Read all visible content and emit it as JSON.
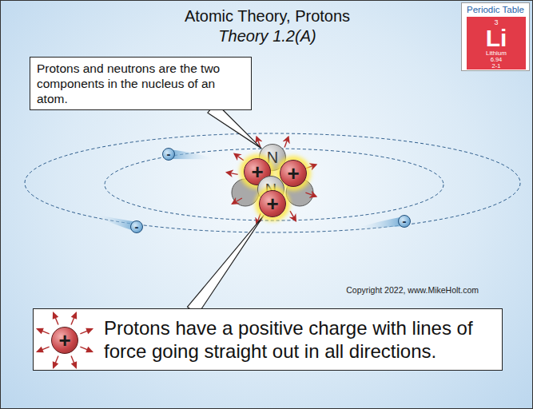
{
  "diagram": {
    "title": "Atomic Theory, Protons",
    "nodes": [
      {
        "text": [
          "Periodic Table"
        ]
      },
      {
        "text": [
          "3",
          "Li",
          "Lithium",
          "6.94",
          "2-1"
        ],
        "in": 0
      },
      {
        "text": [
          "Protons and neutrons are the two components in the nucleus of an atom."
        ]
      },
      {
        "text": [
          "N"
        ]
      },
      {
        "text": [
          "+"
        ]
      },
      {
        "text": [
          "+"
        ]
      },
      {
        "text": [
          "N"
        ]
      },
      {
        "text": [
          "+"
        ]
      },
      {
        "text": [
          "-"
        ]
      },
      {
        "text": [
          "-"
        ]
      },
      {
        "text": [
          "-"
        ]
      },
      {
        "text": [
          "Protons have a positive charge with lines of force going straight out in all directions."
        ]
      },
      {
        "text": [
          "+"
        ],
        "in": 11
      }
    ],
    "edges": [
      {
        "from": 2,
        "to": 3,
        "arrow": "none"
      },
      {
        "from": 11,
        "to": 7,
        "arrow": "none"
      }
    ],
    "labels": [
      "Theory 1.2(A)",
      "Copyright 2022, www.MikeHolt.com"
    ]
  }
}
